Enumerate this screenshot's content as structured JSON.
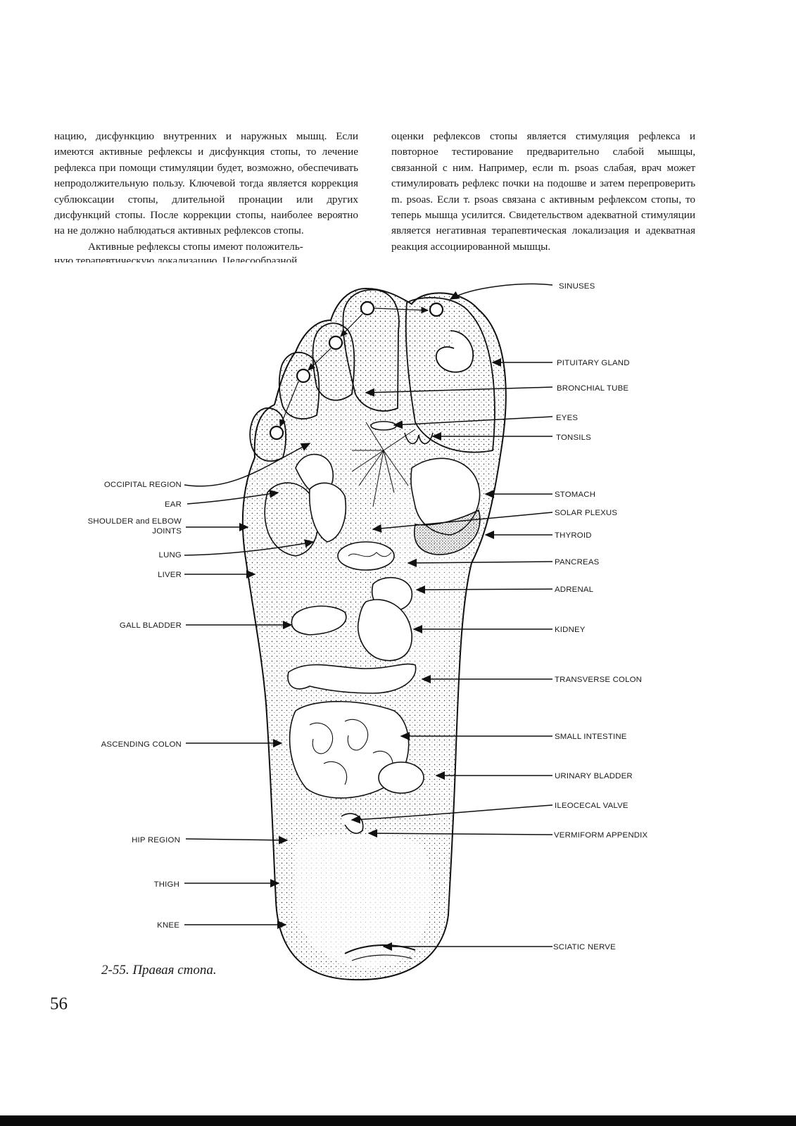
{
  "text": {
    "left_column": [
      "нацию, дисфункцию внутренних и наружных мышц. Если имеются активные рефлексы и дисфункция стопы, то лечение рефлекса при помощи стимуляции будет, возможно, обеспечивать непродолжительную пользу. Ключевой тогда является коррекция сублюксации стопы, длительной пронации или других дисфункций стопы. После коррекции стопы, наиболее вероятно на не должно наблюдаться активных рефлексов стопы.",
      "Активные рефлексы стопы имеют положитель-"
    ],
    "left_column_cut": "ную терапевтическую локализацию. Целесообразной",
    "right_column": [
      "оценки рефлексов стопы является стимуляция рефлекса и повторное тестирование предварительно слабой мышцы, связанной с ним. Например, если m. psoas слабая, врач может стимулировать рефлекс почки на подошве и затем перепроверить m. psoas. Если т. psoas связана с активным рефлексом стопы, то теперь мышца усилится. Свидетельством адекватной стимуляции является негативная терапевтическая локализация и адекватная реакция ассоциированной мышцы."
    ]
  },
  "figure": {
    "left_labels": [
      "OCCIPITAL REGION",
      "EAR",
      "SHOULDER and ELBOW",
      "JOINTS",
      "LUNG",
      "LIVER",
      "GALL BLADDER",
      "ASCENDING COLON",
      "HIP REGION",
      "THIGH",
      "KNEE"
    ],
    "right_labels": [
      "SINUSES",
      "PITUITARY GLAND",
      "BRONCHIAL TUBE",
      "EYES",
      "TONSILS",
      "STOMACH",
      "SOLAR PLEXUS",
      "THYROID",
      "PANCREAS",
      "ADRENAL",
      "KIDNEY",
      "TRANSVERSE COLON",
      "SMALL INTESTINE",
      "URINARY BLADDER",
      "ILEOCECAL VALVE",
      "VERMIFORM APPENDIX",
      "SCIATIC NERVE"
    ]
  },
  "caption": "2-55. Правая стопа.",
  "page_number": "56"
}
